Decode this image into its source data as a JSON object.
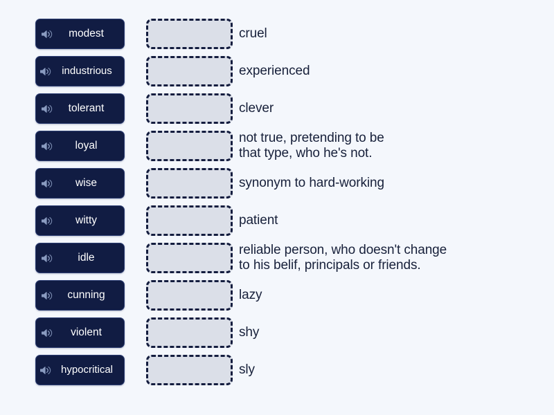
{
  "activity": {
    "type": "match-up",
    "background_color": "#f4f7fc",
    "tile_color": "#111c43",
    "tile_text_color": "#ffffff",
    "dropzone_fill": "#dbdfe8",
    "dropzone_border_color": "#141d3f",
    "definition_text_color": "#17203a",
    "speaker_icon_color": "#8a9bc0"
  },
  "rows": [
    {
      "tile_label": "modest",
      "icon": "speaker-icon",
      "dropzone_value": "",
      "definition": "cruel"
    },
    {
      "tile_label": "industrious",
      "icon": "speaker-icon",
      "dropzone_value": "",
      "definition": "experienced"
    },
    {
      "tile_label": "tolerant",
      "icon": "speaker-icon",
      "dropzone_value": "",
      "definition": "clever"
    },
    {
      "tile_label": "loyal",
      "icon": "speaker-icon",
      "dropzone_value": "",
      "definition": "not true, pretending to be\nthat type, who he's not."
    },
    {
      "tile_label": "wise",
      "icon": "speaker-icon",
      "dropzone_value": "",
      "definition": "synonym to hard-working"
    },
    {
      "tile_label": "witty",
      "icon": "speaker-icon",
      "dropzone_value": "",
      "definition": "patient"
    },
    {
      "tile_label": "idle",
      "icon": "speaker-icon",
      "dropzone_value": "",
      "definition": "reliable person, who doesn't change\nto his belif, principals or friends."
    },
    {
      "tile_label": "cunning",
      "icon": "speaker-icon",
      "dropzone_value": "",
      "definition": "lazy"
    },
    {
      "tile_label": "violent",
      "icon": "speaker-icon",
      "dropzone_value": "",
      "definition": "shy"
    },
    {
      "tile_label": "hypocritical",
      "icon": "speaker-icon",
      "dropzone_value": "",
      "definition": "sly"
    }
  ]
}
